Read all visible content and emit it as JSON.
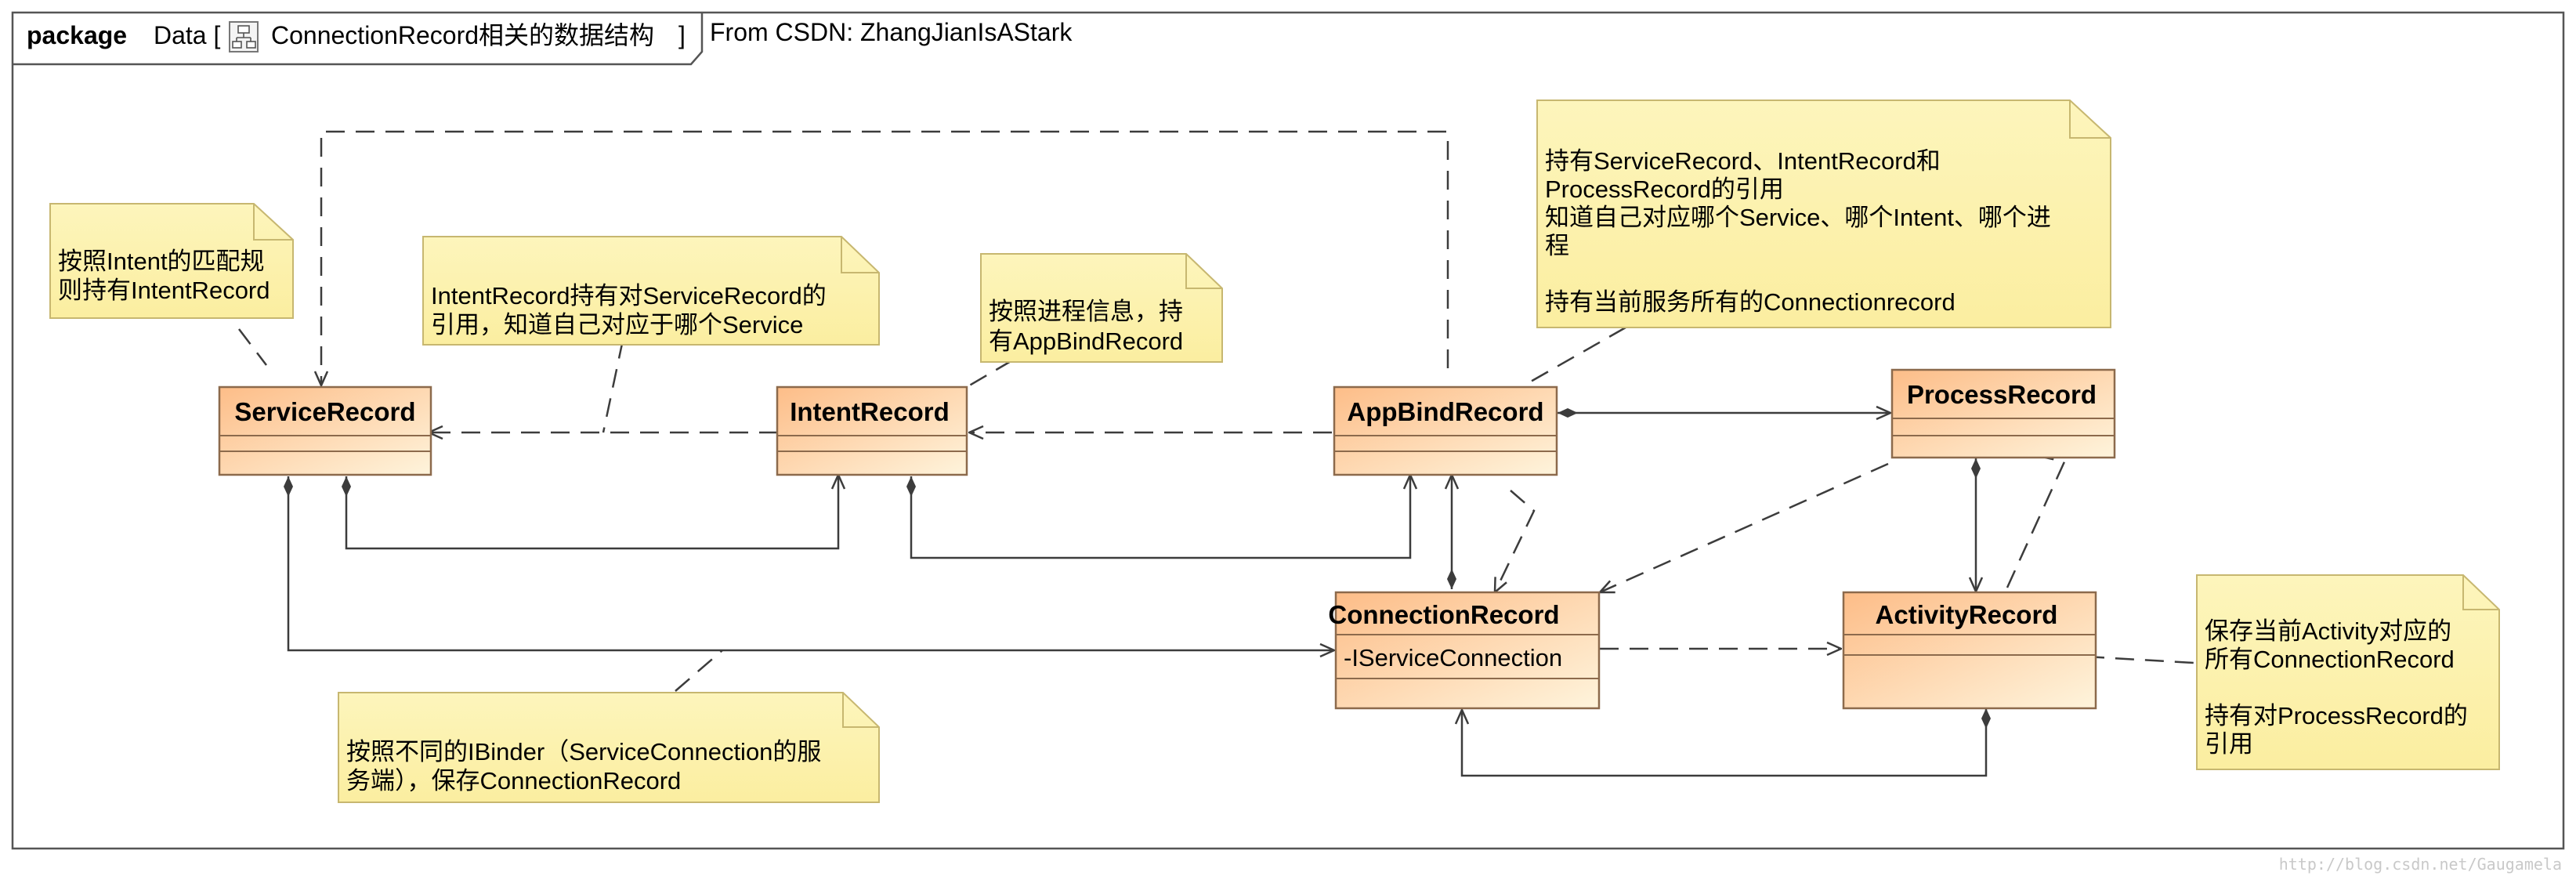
{
  "frame": {
    "keyword": "package",
    "name_prefix": "Data [",
    "diagram_name": "ConnectionRecord相关的数据结构",
    "name_suffix": "]",
    "source": "From CSDN: ZhangJianIsAStark",
    "icon": "class-diagram-icon"
  },
  "classes": {
    "service_record": {
      "name": "ServiceRecord"
    },
    "intent_record": {
      "name": "IntentRecord"
    },
    "app_bind_record": {
      "name": "AppBindRecord"
    },
    "process_record": {
      "name": "ProcessRecord"
    },
    "connection_record": {
      "name": "ConnectionRecord",
      "attribute": "-IServiceConnection"
    },
    "activity_record": {
      "name": "ActivityRecord"
    }
  },
  "notes": {
    "service_record_note": [
      "按照Intent的匹配规",
      "则持有IntentRecord"
    ],
    "intent_record_note": [
      "IntentRecord持有对ServiceRecord的",
      "引用，知道自己对应于哪个Service"
    ],
    "app_bind_record_note": [
      "按照进程信息，持",
      "有AppBindRecord"
    ],
    "app_bind_record_top_note": [
      "持有ServiceRecord、IntentRecord和",
      "ProcessRecord的引用",
      "知道自己对应哪个Service、哪个Intent、哪个进",
      "程",
      "",
      "持有当前服务所有的Connectionrecord"
    ],
    "connection_note": [
      "按照不同的IBinder（ServiceConnection的服",
      "务端），保存ConnectionRecord"
    ],
    "activity_record_note": [
      "保存当前Activity对应的",
      "所有ConnectionRecord",
      "",
      "持有对ProcessRecord的",
      "引用"
    ]
  },
  "watermark": "http://blog.csdn.net/Gaugamela",
  "colors": {
    "class_fill_top": "#fcdcb8",
    "class_fill_bottom": "#fdba84",
    "class_border": "#8c6a4c",
    "note_fill": "#fdf3b0",
    "note_border": "#c7b770",
    "line": "#3c3c3c"
  }
}
